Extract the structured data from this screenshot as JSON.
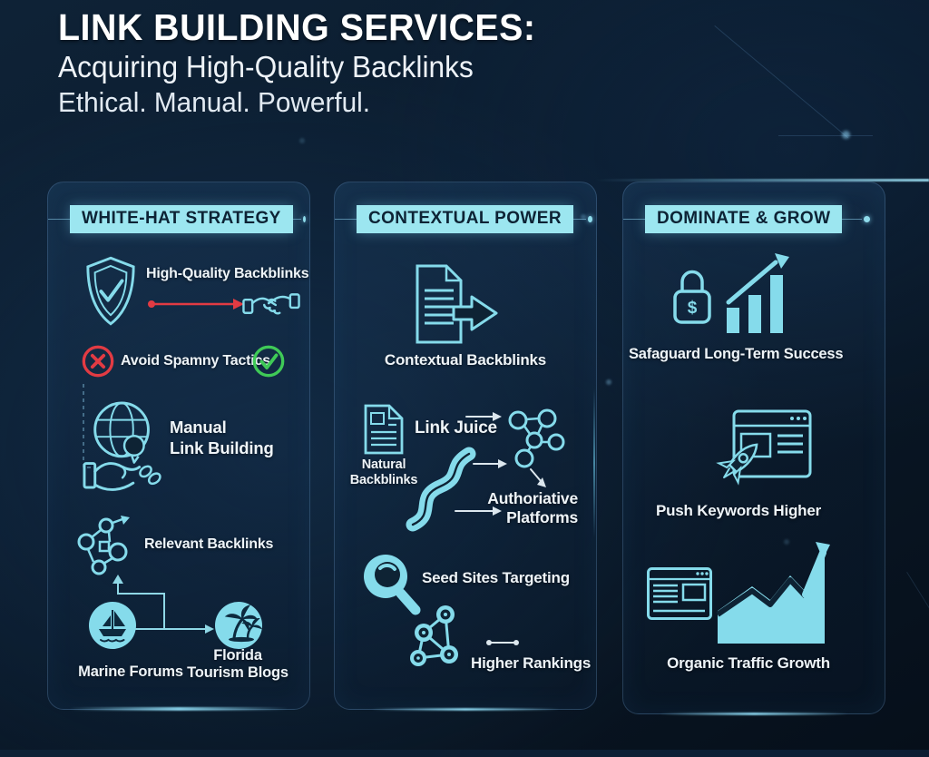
{
  "title": {
    "heading": "LINK BUILDING SERVICES:",
    "subheading": "Acquiring High-Quality Backlinks",
    "tagline": "Ethical. Manual. Powerful."
  },
  "colors": {
    "background": "#0b1c2e",
    "accent_cyan": "#7fd9e9",
    "icon_fill_cyan": "#85dbeb",
    "header_box_bg": "#9ce6f0",
    "header_box_text": "#0d2335",
    "text": "#eef4f8",
    "connector_red": "#e23b43",
    "check_green": "#3fca57"
  },
  "columns": {
    "white_hat": {
      "header": "WHITE-HAT STRATEGY",
      "high_quality_label": "High-Quality Backblinks",
      "avoid_label": "Avoid Spamny Tactics",
      "manual_label": "Manual\nLink Building",
      "relevant_label": "Relevant Backlinks",
      "marine_label": "Marine Forums",
      "florida_label": "Florida\nTourism Blogs",
      "icons": [
        "shield-check",
        "handshake",
        "red-x",
        "green-check",
        "globe-in-hand",
        "backlink-network",
        "sailboat-badge",
        "palm-trees-badge"
      ]
    },
    "contextual": {
      "header": "CONTEXTUAL POWER",
      "contextual_label": "Contextual Backblinks",
      "natural_label": "Natural\nBackblinks",
      "link_juice_label": "Link Juice",
      "authoritative_label": "Authoriative\nPlatforms",
      "seed_label": "Seed Sites Targeting",
      "rankings_label": "Higher Rankings",
      "icons": [
        "document-arrow",
        "document",
        "river-flow",
        "molecule-network",
        "magnifier",
        "seed-node-network"
      ]
    },
    "dominate": {
      "header": "DOMINATE & GROW",
      "safeguard_label": "Safaguard Long-Term Success",
      "keywords_label": "Push Keywords Higher",
      "organic_label": "Organic Traffic Growth",
      "icons": [
        "dollar-lock",
        "growth-bars-arrow",
        "browser-rocket",
        "browser-window",
        "traffic-area-chart"
      ]
    }
  }
}
